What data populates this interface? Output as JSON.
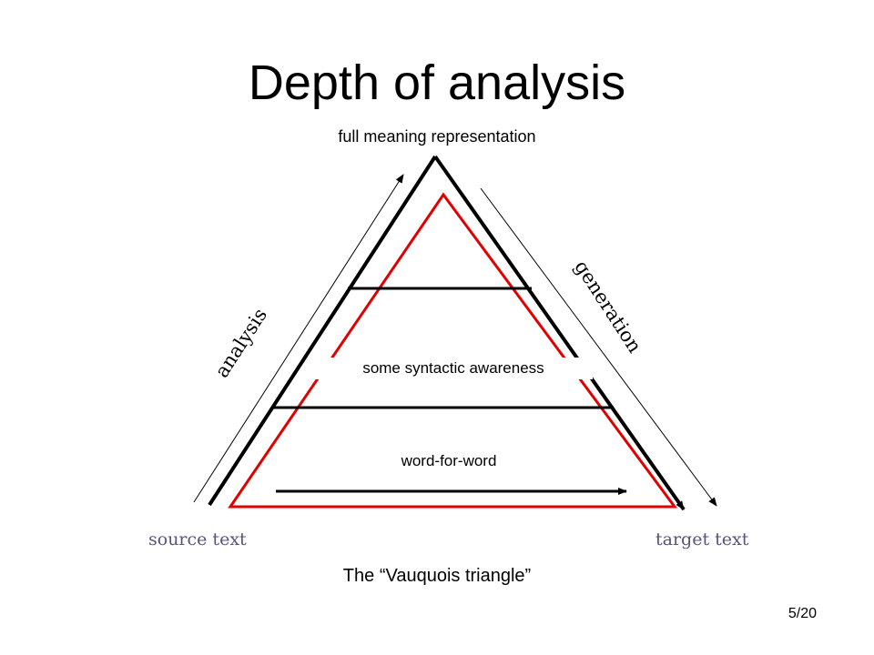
{
  "slide": {
    "title": "Depth of analysis",
    "caption": "The “Vauquois triangle”",
    "page_number": "5/20"
  },
  "diagram": {
    "apex_label": "full meaning representation",
    "levels": {
      "middle": "some syntactic awareness",
      "bottom": "word-for-word"
    },
    "sides": {
      "left": "analysis",
      "right": "generation"
    },
    "base": {
      "left": "source text",
      "right": "target text"
    },
    "colors": {
      "outer_triangle": "#000000",
      "inner_triangle": "#e00000",
      "base_labels": "#55557a"
    }
  }
}
